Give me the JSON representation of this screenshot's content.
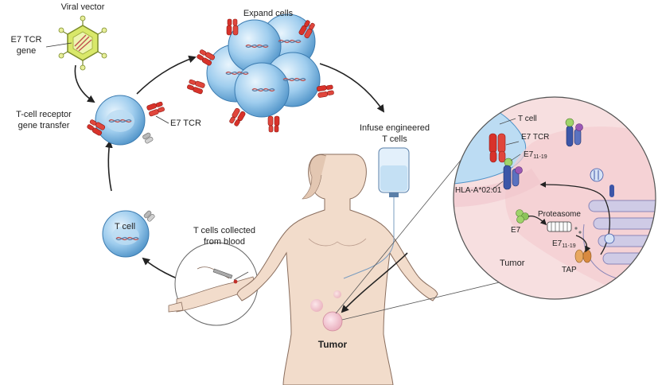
{
  "labels": {
    "viral_vector": "Viral vector",
    "e7_tcr_gene_line1": "E7 TCR",
    "e7_tcr_gene_line2": "gene",
    "expand_cells": "Expand cells",
    "tcr_transfer_line1": "T-cell receptor",
    "tcr_transfer_line2": "gene transfer",
    "e7_tcr": "E7 TCR",
    "infuse_line1": "Infuse engineered",
    "infuse_line2": "T cells",
    "t_cell": "T cell",
    "collected_line1": "T cells collected",
    "collected_line2": "from blood",
    "tumor_main": "Tumor",
    "inset_t_cell": "T cell",
    "inset_e7_tcr": "E7 TCR",
    "inset_e7": "E7",
    "inset_e7_sub": "11-19",
    "inset_hla": "HLA-A*02:01",
    "inset_e7_free": "E7",
    "inset_proteasome": "Proteasome",
    "inset_e7b": "E7",
    "inset_e7b_sub": "11-19",
    "inset_tap": "TAP",
    "inset_tumor": "Tumor"
  },
  "colors": {
    "cell_blue": "#8fc3ea",
    "tcr_red": "#d8322a",
    "skin": "#f2dccb",
    "tumor_pink": "#f3c9d3",
    "inset_bg": "#f7dfe0",
    "vector_green": "#d9e86a"
  }
}
